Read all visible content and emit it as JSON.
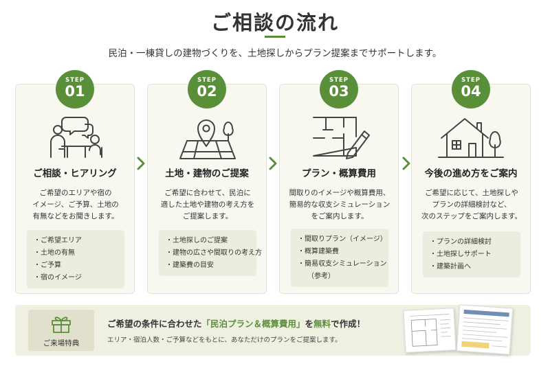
{
  "header": {
    "title": "ご相談の流れ",
    "subtitle": "民泊・一棟貸しの建物づくりを、土地探しからプラン提案までサポートします。"
  },
  "steps": [
    {
      "step_label": "STEP",
      "number": "01",
      "icon": "consultation-icon",
      "title": "ご相談・ヒアリング",
      "desc": [
        "ご希望のエリアや宿の",
        "イメージ、ご予算、土地の",
        "有無などをお聞きします。"
      ],
      "items": [
        "・ご希望エリア",
        "・土地の有無",
        "・ご予算",
        "・宿のイメージ"
      ]
    },
    {
      "step_label": "STEP",
      "number": "02",
      "icon": "map-pin-icon",
      "title": "土地・建物のご提案",
      "desc": [
        "ご希望に合わせて、民泊に",
        "適した土地や建物の考え方を",
        "ご提案します。"
      ],
      "items": [
        "・土地探しのご提案",
        "・建物の広さや間取りの考え方",
        "・建築費の目安"
      ]
    },
    {
      "step_label": "STEP",
      "number": "03",
      "icon": "floor-plan-icon",
      "title": "プラン・概算費用",
      "desc": [
        "間取りのイメージや概算費用、",
        "簡易的な収支シミュレーション",
        "をご案内します。"
      ],
      "items": [
        "・間取りプラン（イメージ）",
        "・概算建築費",
        "・簡易収支シミュレーション",
        "（参考）"
      ]
    },
    {
      "step_label": "STEP",
      "number": "04",
      "icon": "house-icon",
      "title": "今後の進め方をご案内",
      "desc": [
        "ご希望に応じて、土地探しや",
        "プランの詳細検討など、",
        "次のステップをご案内します。"
      ],
      "items": [
        "・プランの詳細検討",
        "・土地探しサポート",
        "・建築計画へ"
      ]
    }
  ],
  "banner": {
    "icon": "gift-icon",
    "label": "ご来場特典",
    "main_pre": "ご希望の条件に合わせた",
    "main_highlight": "「民泊プラン＆概算費用」",
    "main_mid": "を",
    "main_highlight2": "無料",
    "main_post": "で作成！",
    "sub": "エリア・宿泊人数・ご予算などをもとに、あなただけのプランをご提案します。"
  },
  "colors": {
    "accent": "#5a8f3a",
    "card_bg": "#f8f8f1",
    "list_bg": "#ececdf",
    "banner_bg": "#efefe2",
    "icon_stroke": "#444444"
  }
}
